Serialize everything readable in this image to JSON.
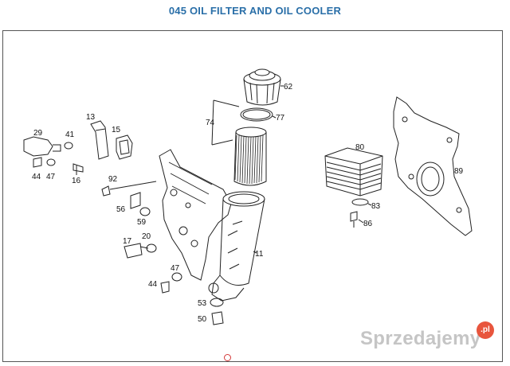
{
  "title": "045 OIL FILTER AND OIL COOLER",
  "callouts": {
    "c62": "62",
    "c77": "77",
    "c74": "74",
    "c80": "80",
    "c89": "89",
    "c83": "83",
    "c86": "86",
    "c13": "13",
    "c15": "15",
    "c29": "29",
    "c41": "41",
    "c44a": "44",
    "c47a": "47",
    "c16": "16",
    "c92": "92",
    "c56": "56",
    "c59": "59",
    "c17": "17",
    "c20": "20",
    "c11": "11",
    "c47b": "47",
    "c44b": "44",
    "c53": "53",
    "c50": "50"
  },
  "watermark": {
    "text": "Sprzedajemy",
    "badge": ".pl"
  },
  "colors": {
    "title": "#2a6fa8",
    "line": "#222222",
    "marker": "#d43a3a"
  }
}
